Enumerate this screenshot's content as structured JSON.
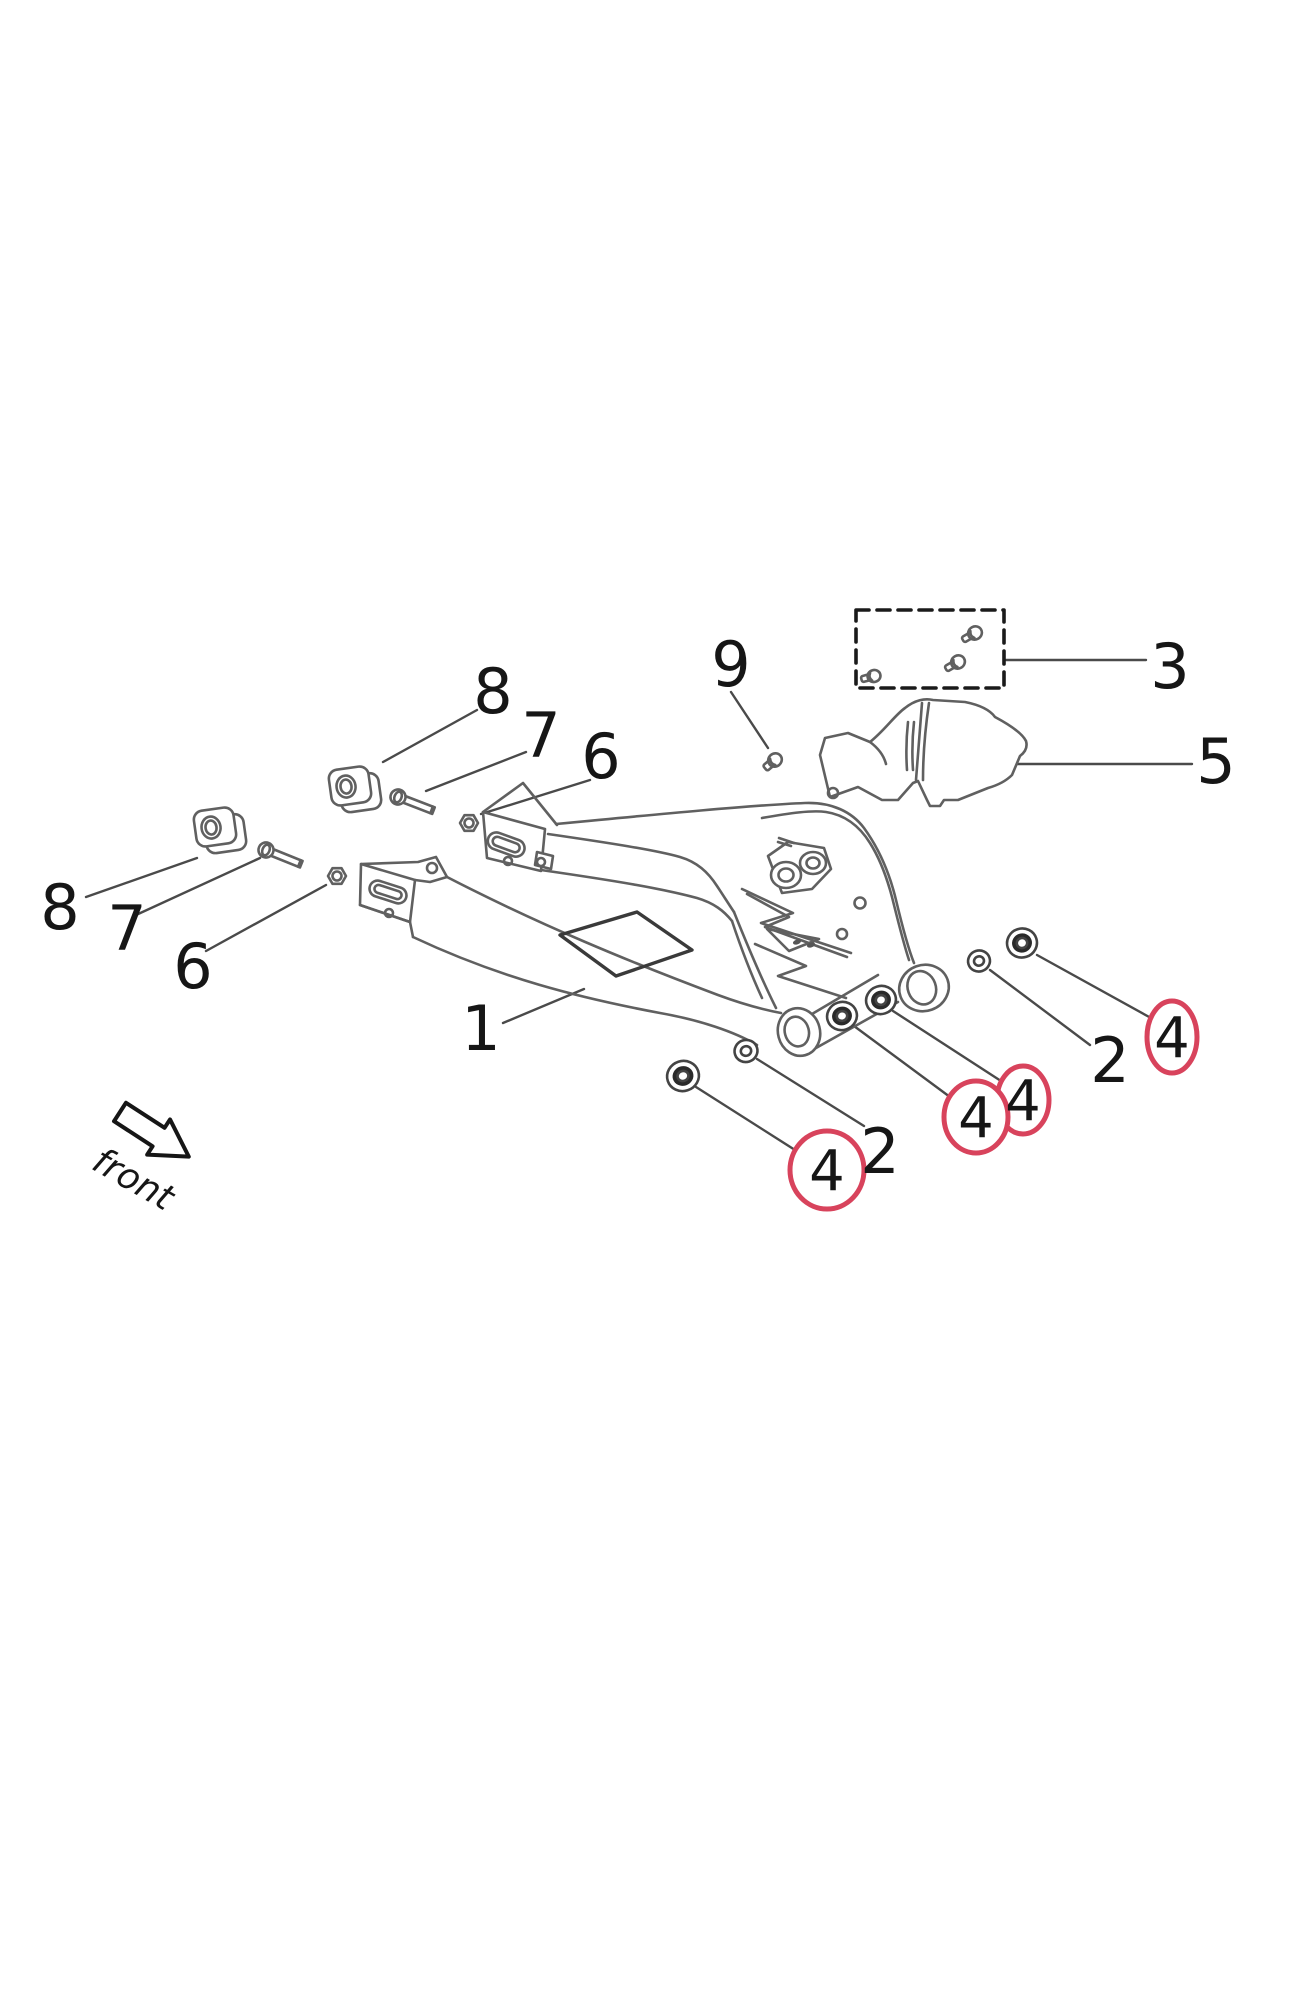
{
  "figure": {
    "type": "exploded-parts-diagram",
    "line_color": "#606060",
    "label_color": "#161616",
    "highlight_color": "#d8435c",
    "callouts": [
      {
        "text": "8",
        "circled": false,
        "location": "top-cluster"
      },
      {
        "text": "7",
        "circled": false,
        "location": "top-cluster"
      },
      {
        "text": "6",
        "circled": false,
        "location": "top-cluster"
      },
      {
        "text": "9",
        "circled": false,
        "location": "top-middle"
      },
      {
        "text": "3",
        "circled": false,
        "location": "top-right"
      },
      {
        "text": "5",
        "circled": false,
        "location": "right"
      },
      {
        "text": "8",
        "circled": false,
        "location": "left-cluster"
      },
      {
        "text": "7",
        "circled": false,
        "location": "left-cluster"
      },
      {
        "text": "6",
        "circled": false,
        "location": "left-cluster"
      },
      {
        "text": "1",
        "circled": false,
        "location": "center-left"
      },
      {
        "text": "2",
        "circled": false,
        "location": "bottom-center"
      },
      {
        "text": "2",
        "circled": false,
        "location": "bottom-right"
      },
      {
        "text": "4",
        "circled": true,
        "location": "bottom-center"
      },
      {
        "text": "4",
        "circled": true,
        "location": "bottom-middle-left"
      },
      {
        "text": "4",
        "circled": true,
        "location": "bottom-middle-right"
      },
      {
        "text": "4",
        "circled": true,
        "location": "bottom-right"
      },
      {
        "text": "front",
        "circled": false,
        "location": "bottom-left-orientation"
      }
    ]
  }
}
